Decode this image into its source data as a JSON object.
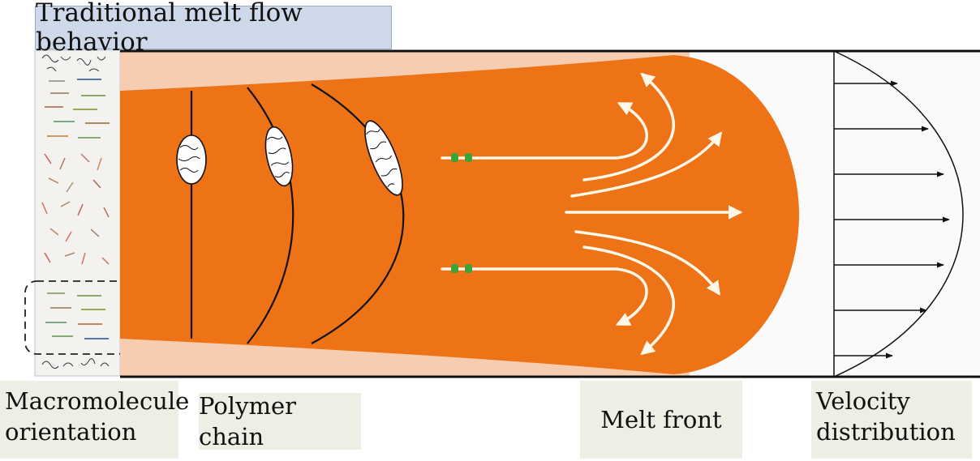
{
  "title": "Traditional melt flow behavior",
  "labels": {
    "macromolecule_orientation": [
      "Macromolecule",
      "orientation"
    ],
    "polymer_chain": "Polymer chain",
    "melt_front": "Melt front",
    "velocity_distribution": [
      "Velocity",
      "distribution"
    ]
  },
  "colors": {
    "melt": "#ee7317",
    "frozen_layer": "#f6cdb0",
    "title_box": "#cdd9e8",
    "label_box": "#ecefe3",
    "flow_arrows": "#fff8e8",
    "marker": "#3aa43a"
  }
}
